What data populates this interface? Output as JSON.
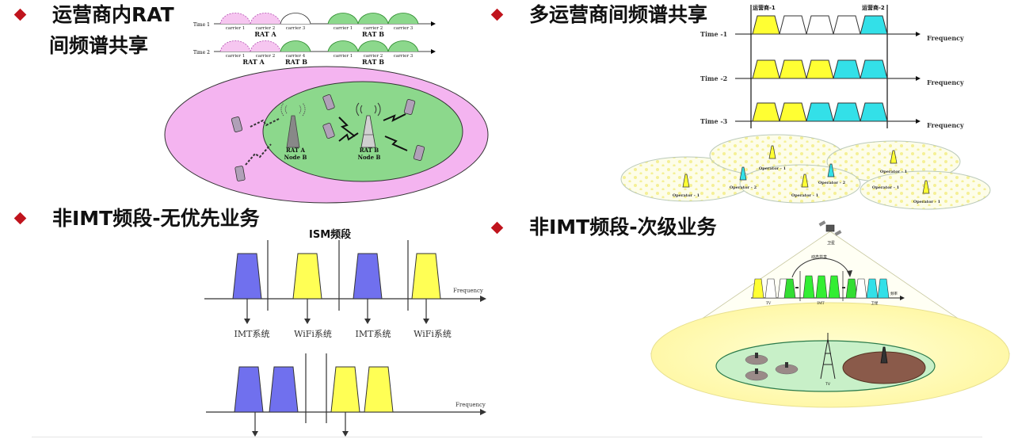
{
  "q1": {
    "heading_line1": "运营商内RAT",
    "heading_line2": "间频谱共享",
    "time1": "Time 1",
    "time2": "Time 2",
    "row1_carriers": [
      "carrier 1",
      "carrier 2",
      "carrier 3",
      "carrier 1",
      "carrier 2",
      "carrier 3"
    ],
    "row1_rats": [
      "RAT A",
      "RAT B"
    ],
    "row2_carriers": [
      "carrier 1",
      "carrier 2",
      "carrier 4",
      "carrier 1",
      "carrier 2",
      "carrier 3"
    ],
    "row2_rats": [
      "RAT A",
      "RAT B",
      "RAT B"
    ],
    "node_a": [
      "RAT A",
      "Node B"
    ],
    "node_b": [
      "RAT B",
      "Node B"
    ]
  },
  "q2": {
    "heading": "多运营商间频谱共享",
    "op1_label": "运营商-1",
    "op2_label": "运营商-2",
    "time_labels": [
      "Time -1",
      "Time -2",
      "Time -3"
    ],
    "freq_label": "Frequency",
    "cells": [
      "Operator - 1",
      "Operator - 1",
      "Operator - 2",
      "Operator - 1",
      "Operator - 2",
      "Operator - 1",
      "Operator - 1",
      "Operator - 1"
    ]
  },
  "q3": {
    "heading": "非IMT频段-无优先业务",
    "band_title": "ISM频段",
    "freq_label": "Frequency",
    "systems": [
      "IMT系统",
      "WiFi系统",
      "IMT系统",
      "WiFi系统"
    ]
  },
  "q4": {
    "heading": "非IMT频段-次级业务",
    "satellite_label": "卫星",
    "band_labels": [
      "TV",
      "IMT",
      "卫星"
    ],
    "axis_label": "频率",
    "arc_label": "动态共享"
  },
  "colors": {
    "bullet": "#c0141d",
    "pink": "#f4b4f0",
    "green": "#8cd88c",
    "yellow": "#ffff33",
    "cyan": "#33e0e8",
    "blue": "#7070ee",
    "brown": "#8a5a4a"
  }
}
